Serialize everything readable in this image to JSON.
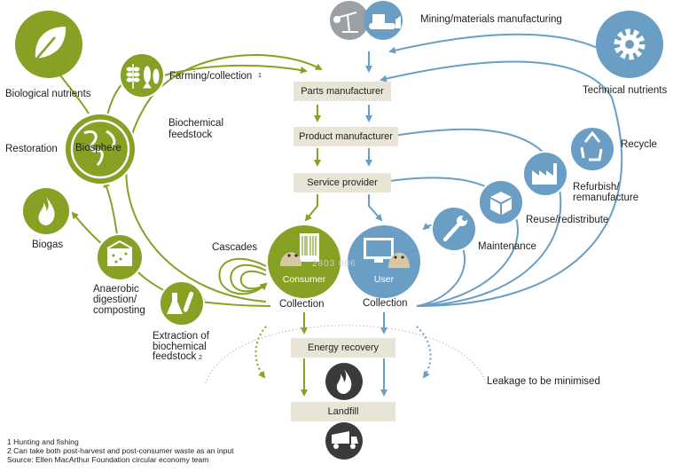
{
  "colors": {
    "green": "#86a124",
    "blue": "#6a9ec4",
    "grey_icon": "#9aa0a6",
    "box_bg": "#e8e4d6",
    "dark_icon": "#3a3a3a"
  },
  "left_nodes": {
    "biological_nutrients": "Biological nutrients",
    "biosphere": "Biosphere",
    "restoration": "Restoration",
    "biogas": "Biogas",
    "anaerobic": "Anaerobic\ndigestion/\ncomposting",
    "extraction": "Extraction of\nbiochemical\nfeedstock",
    "extraction_sup": "2",
    "farming": "Farming/collection",
    "farming_sup": "1",
    "biochemical_feedstock": "Biochemical\nfeedstock",
    "cascades": "Cascades"
  },
  "right_nodes": {
    "mining": "Mining/materials manufacturing",
    "technical_nutrients": "Technical nutrients",
    "recycle": "Recycle",
    "refurbish": "Refurbish/\nremanufacture",
    "reuse": "Reuse/redistribute",
    "maintenance": "Maintenance"
  },
  "center": {
    "parts_manufacturer": "Parts manufacturer",
    "product_manufacturer": "Product manufacturer",
    "service_provider": "Service provider",
    "consumer": "Consumer",
    "user": "User",
    "collection_left": "Collection",
    "collection_right": "Collection",
    "energy_recovery": "Energy recovery",
    "landfill": "Landfill",
    "leakage": "Leakage to be minimised",
    "watermark": "2803 006"
  },
  "footnotes": {
    "note1": "1 Hunting and fishing",
    "note2": "2 Can take both post-harvest and post-consumer waste as an input",
    "source": "Source: Ellen MacArthur Foundation circular economy team"
  },
  "icons": {
    "biological_nutrients": "leaf-icon",
    "farming": "wheat-fish-icon",
    "biosphere": "globe-icon",
    "biogas": "flame-icon",
    "anaerobic": "compost-icon",
    "extraction": "flask-icon",
    "consumer": "barcode-person-icon",
    "user": "monitor-person-icon",
    "mining_left": "oil-pump-icon",
    "mining_right": "bulldozer-icon",
    "technical_nutrients": "gear-icon",
    "recycle": "recycle-icon",
    "refurbish": "factory-icon",
    "reuse": "box-icon",
    "maintenance": "wrench-icon",
    "energy_recovery": "flame-icon",
    "landfill": "dump-truck-icon"
  }
}
